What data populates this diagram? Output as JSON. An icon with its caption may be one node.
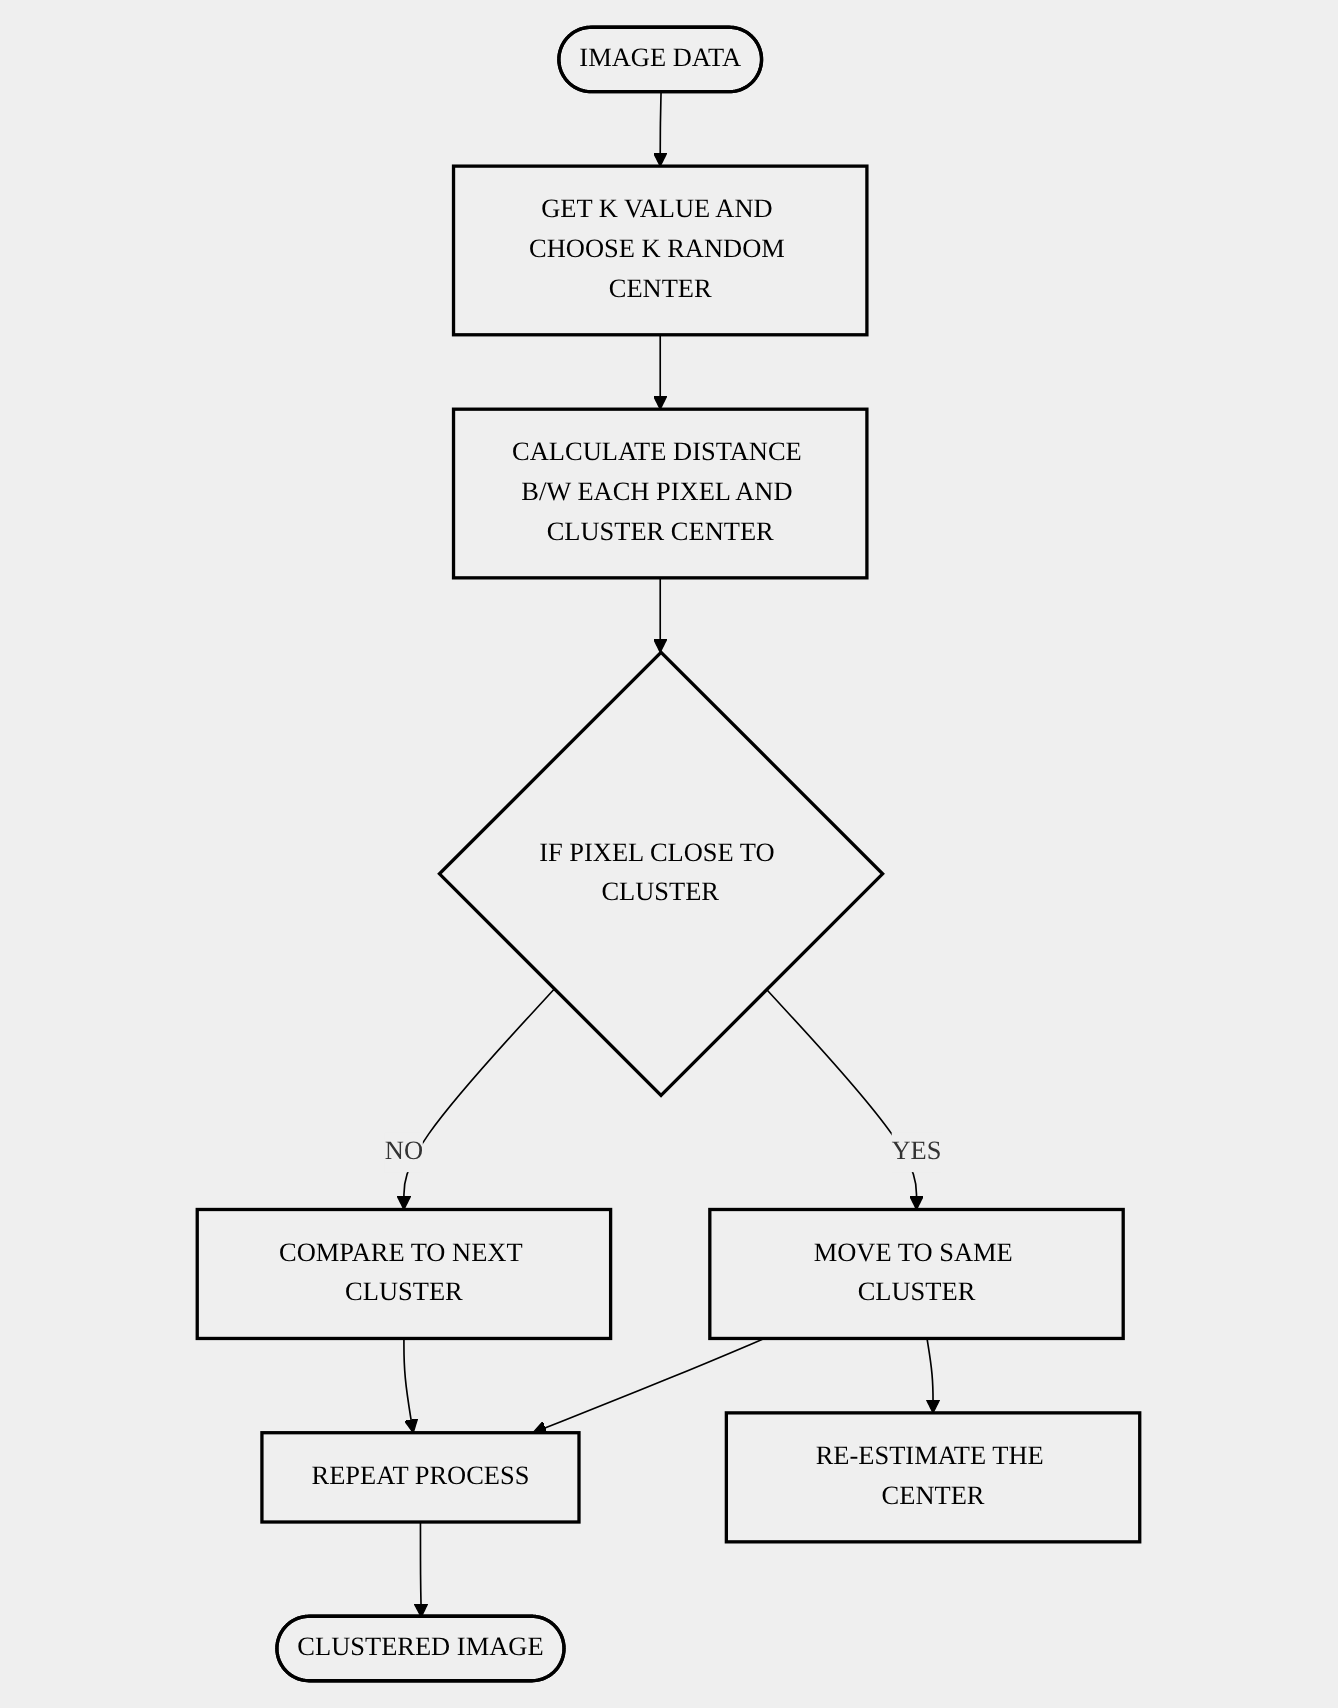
{
  "diagram": {
    "nodes": [
      {
        "text": [
          "IMAGE DATA"
        ]
      },
      {
        "text": [
          "GET K VALUE AND CHOOSE K RANDOM CENTER"
        ]
      },
      {
        "text": [
          "CALCULATE DISTANCE B/W EACH PIXEL AND CLUSTER CENTER"
        ]
      },
      {
        "text": [
          "IF PIXEL CLOSE TO CLUSTER"
        ]
      },
      {
        "text": [
          "COMPARE TO NEXT CLUSTER"
        ]
      },
      {
        "text": [
          "MOVE TO SAME CLUSTER"
        ]
      },
      {
        "text": [
          "REPEAT PROCESS"
        ]
      },
      {
        "text": [
          "RE-ESTIMATE THE CENTER"
        ]
      },
      {
        "text": [
          "CLUSTERED IMAGE"
        ]
      }
    ],
    "edges": [
      {
        "from": 0,
        "to": 1,
        "arrow": "to"
      },
      {
        "from": 1,
        "to": 2,
        "arrow": "to"
      },
      {
        "from": 2,
        "to": 3,
        "arrow": "to"
      },
      {
        "from": 3,
        "to": 4,
        "arrow": "to",
        "label": "NO"
      },
      {
        "from": 3,
        "to": 5,
        "arrow": "to",
        "label": "YES"
      },
      {
        "from": 4,
        "to": 6,
        "arrow": "to"
      },
      {
        "from": 5,
        "to": 6,
        "arrow": "to"
      },
      {
        "from": 5,
        "to": 7,
        "arrow": "to"
      },
      {
        "from": 6,
        "to": 8,
        "arrow": "to"
      }
    ]
  }
}
